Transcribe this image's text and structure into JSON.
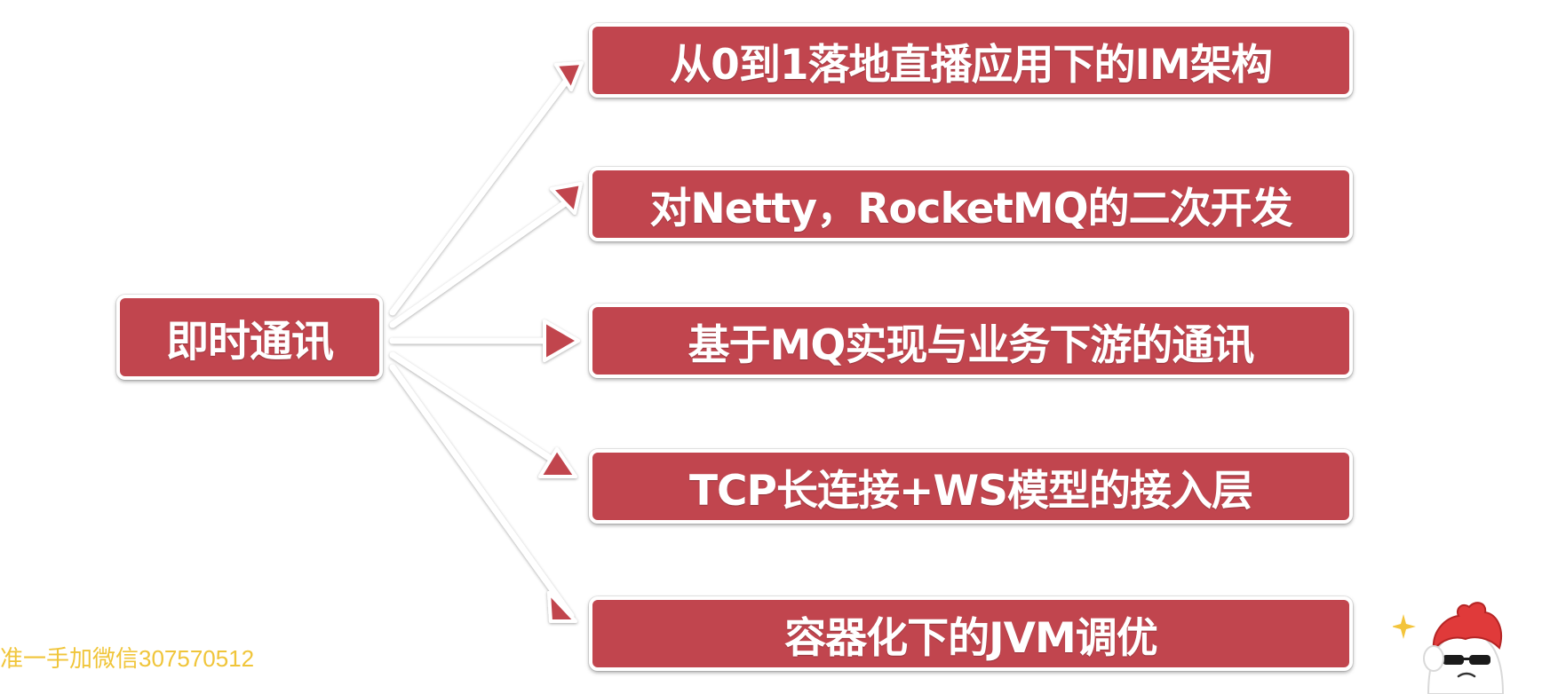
{
  "diagram": {
    "root": {
      "label": "即时通讯"
    },
    "branches": [
      {
        "label": "从0到1落地直播应用下的IM架构"
      },
      {
        "label": "对Netty，RocketMQ的二次开发"
      },
      {
        "label": "基于MQ实现与业务下游的通讯"
      },
      {
        "label": "TCP长连接+WS模型的接入层"
      },
      {
        "label": "容器化下的JVM调优"
      }
    ]
  },
  "watermark": {
    "text": "准一手加微信307570512"
  },
  "colors": {
    "node_fill": "#c1454e",
    "node_border": "#ffffff",
    "node_text": "#ffffff",
    "connector": "#ffffff",
    "arrowhead": "#c1454e",
    "watermark": "#f0c53a"
  },
  "icons": {
    "mascot": "cool-mascot-sticker-icon",
    "sparkle": "sparkle-icon"
  }
}
